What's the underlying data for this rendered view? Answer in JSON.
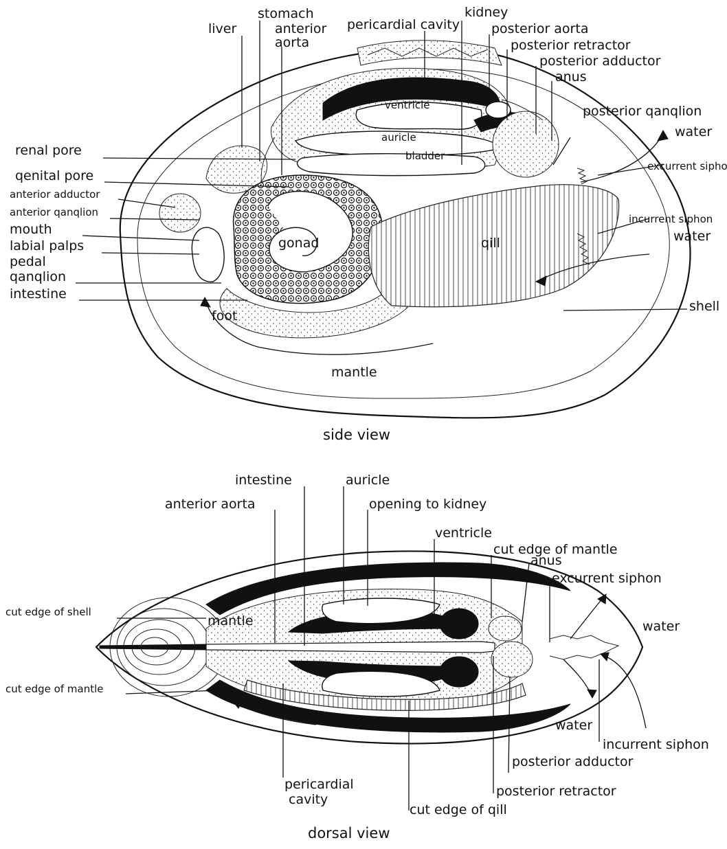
{
  "side_view": {
    "caption": "side view",
    "labels": {
      "liver": "liver",
      "stomach": "stomach",
      "anterior": "anterior",
      "aorta": "aorta",
      "pericardial_cavity": "pericardial cavity",
      "kidney": "kidney",
      "posterior_aorta": "posterior aorta",
      "posterior_retractor": "posterior retractor",
      "posterior_adductor": "posterior adductor",
      "anus": "anus",
      "posterior_ganglion": "posterior qanqlion",
      "water_out": "water",
      "ventricle": "ventricle",
      "auricle": "auricle",
      "bladder": "bladder",
      "renal_pore": "renal pore",
      "genital_pore": "qenital pore",
      "anterior_adductor": "anterior adductor",
      "anterior_ganglion": "anterior qanqlion",
      "mouth": "mouth",
      "labial_palps": "labial palps",
      "pedal": "pedal",
      "ganglion": "qanqlion",
      "intestine": "intestine",
      "excurrent_siphon": "excurrent siphon",
      "incurrent_siphon": "incurrent siphon",
      "water_in": "water",
      "gonad": "gonad",
      "gill": "qill",
      "foot": "foot",
      "shell": "shell",
      "mantle": "mantle"
    }
  },
  "dorsal_view": {
    "caption": "dorsal view",
    "labels": {
      "intestine": "intestine",
      "auricle": "auricle",
      "anterior_aorta": "anterior aorta",
      "opening_to_kidney": "opening to kidney",
      "ventricle": "ventricle",
      "cut_edge_of_mantle_top": "cut edge of mantle",
      "anus": "anus",
      "excurrent_siphon": "excurrent siphon",
      "water_top": "water",
      "cut_edge_of_shell": "cut edge of shell",
      "mantle": "mantle",
      "cut_edge_of_mantle_left": "cut edge of mantle",
      "water_bottom": "water",
      "incurrent_siphon": "incurrent siphon",
      "posterior_adductor": "posterior adductor",
      "pericardial": "pericardial",
      "cavity": "cavity",
      "posterior_retractor": "posterior retractor",
      "cut_edge_of_gill": "cut edge of qill"
    }
  }
}
